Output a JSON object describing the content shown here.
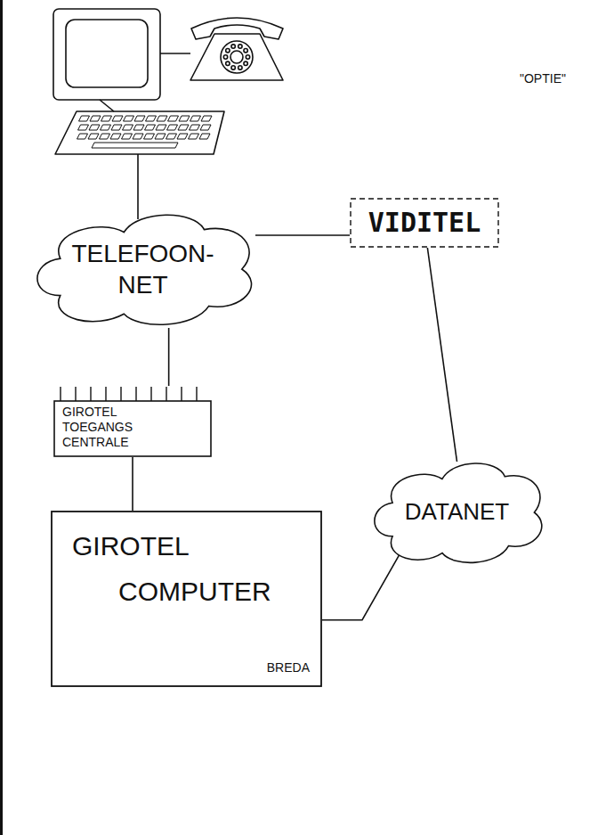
{
  "diagram": {
    "nodes": [
      {
        "text": [
          "TELEFOON- NET"
        ]
      },
      {
        "text": [
          "VIDITEL"
        ]
      },
      {
        "text": [
          "GIROTEL TOEGANGS CENTRALE"
        ]
      },
      {
        "text": [
          "DATANET"
        ]
      },
      {
        "text": [
          "GIROTEL COMPUTER",
          "BREDA"
        ]
      }
    ],
    "edges": [
      {
        "from": 0,
        "to": 1,
        "arrow": "none"
      },
      {
        "from": 0,
        "to": 2,
        "arrow": "none"
      },
      {
        "from": 2,
        "to": 4,
        "arrow": "none"
      },
      {
        "from": 1,
        "to": 3,
        "arrow": "none"
      },
      {
        "from": 3,
        "to": 4,
        "arrow": "none"
      }
    ],
    "labels": [
      "\"OPTIE\""
    ]
  }
}
